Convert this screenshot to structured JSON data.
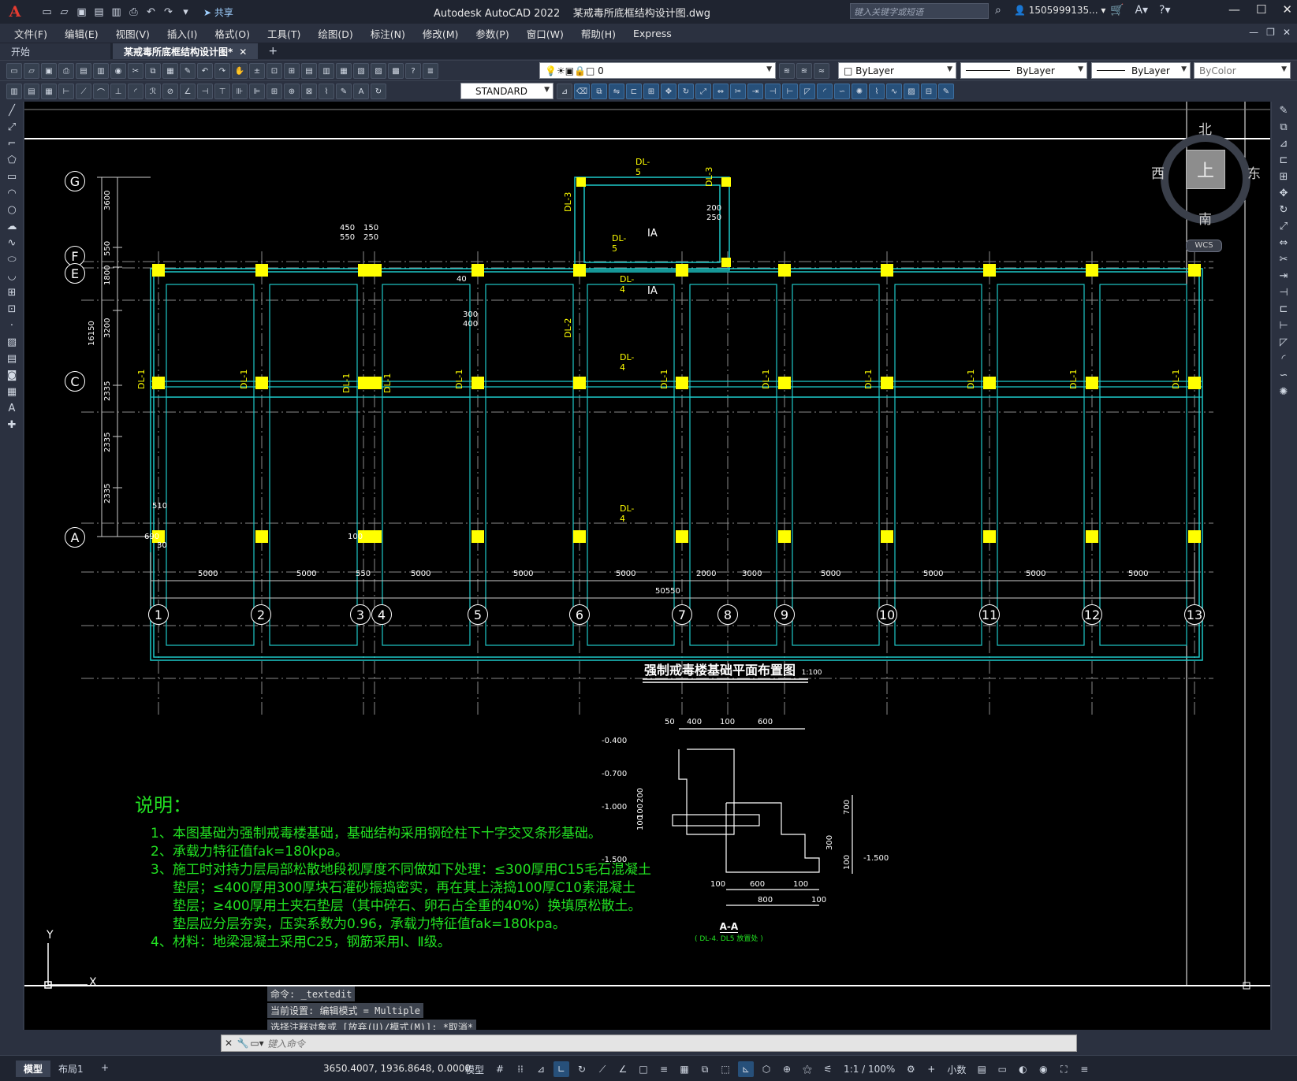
{
  "app": {
    "title": "Autodesk AutoCAD 2022",
    "file": "某戒毒所底框结构设计图.dwg",
    "logo": "A"
  },
  "search": {
    "placeholder": "键入关键字或短语"
  },
  "user": {
    "name": "1505999135..."
  },
  "share_label": "共享",
  "menus": [
    "文件(F)",
    "编辑(E)",
    "视图(V)",
    "插入(I)",
    "格式(O)",
    "工具(T)",
    "绘图(D)",
    "标注(N)",
    "修改(M)",
    "参数(P)",
    "窗口(W)",
    "帮助(H)",
    "Express"
  ],
  "tabs": [
    {
      "label": "开始"
    },
    {
      "label": "某戒毒所底框结构设计图*",
      "active": true
    }
  ],
  "layer": {
    "current": "0"
  },
  "props": {
    "color": "ByLayer",
    "linetype": "ByLayer",
    "lineweight": "ByLayer",
    "plotstyle": "ByColor"
  },
  "textstyle": "STANDARD",
  "compass": {
    "north": "北",
    "south": "南",
    "east": "东",
    "west": "西",
    "top": "上",
    "wcs": "WCS"
  },
  "drawing": {
    "title": "强制戒毒楼基础平面布置图",
    "scale": "1:100",
    "row_labels": [
      "G",
      "F",
      "E",
      "C",
      "A"
    ],
    "col_labels": [
      "1",
      "2",
      "3",
      "4",
      "5",
      "6",
      "7",
      "8",
      "9",
      "10",
      "11",
      "12",
      "13"
    ],
    "bottom_dims": [
      "5000",
      "5000",
      "550",
      "5000",
      "5000",
      "5000",
      "2000",
      "3000",
      "5000",
      "5000",
      "5000",
      "5000"
    ],
    "total_dim": "50550",
    "left_dims": [
      "3600",
      "550",
      "1800",
      "3200",
      "2335",
      "2335",
      "2335"
    ],
    "left_total": "16150",
    "beam_labels": {
      "dl1": "DL-1",
      "dl2": "DL-2",
      "dl3": "DL-3",
      "dl4": "DL-4",
      "dl5": "DL-5"
    },
    "section_mark": "A",
    "misc_dims": [
      "450",
      "150",
      "550",
      "250",
      "40",
      "300",
      "400",
      "200",
      "250",
      "690",
      "30",
      "100",
      "510"
    ],
    "section": {
      "title": "A-A",
      "subtitle": "( DL-4. DL5 放置处 )",
      "elev": [
        "-0.400",
        "-0.700",
        "-1.000",
        "-1.500",
        "-1.500"
      ],
      "dims_top": [
        "50",
        "400",
        "100",
        "600"
      ],
      "dims_bottom": [
        "100",
        "600",
        "100",
        "800",
        "100"
      ],
      "dims_side": [
        "700",
        "300",
        "100",
        "200",
        "100",
        "100"
      ]
    }
  },
  "notes": {
    "title": "说明：",
    "lines": [
      "1、本图基础为强制戒毒楼基础，基础结构采用钢砼柱下十字交叉条形基础。",
      "2、承载力特征值fak=180kpa。",
      "3、施工时对持力层局部松散地段视厚度不同做如下处理：≤300厚用C15毛石混凝土",
      "垫层；≤400厚用300厚块石灌砂振捣密实，再在其上浇捣100厚C10素混凝土",
      "垫层；≥400厚用土夹石垫层（其中碎石、卵石占全重的40%）换填原松散土。",
      "垫层应分层夯实，压实系数为0.96，承载力特征值fak=180kpa。",
      "4、材料：地梁混凝土采用C25，钢筋采用Ⅰ、Ⅱ级。"
    ]
  },
  "ucs": {
    "x": "X",
    "y": "Y"
  },
  "command": {
    "history": [
      "命令: _textedit",
      "当前设置: 编辑模式 = Multiple",
      "选择注释对象或 [放弃(U)/模式(M)]: *取消*"
    ],
    "placeholder": "键入命令"
  },
  "status": {
    "layouts": [
      "模型",
      "布局1"
    ],
    "coords": "3650.4007, 1936.8648, 0.0000",
    "model": "模型",
    "scale": "1:1 / 100%",
    "units": "小数"
  },
  "colors": {
    "cyan": "#1ec9c9",
    "yellow": "#ffff00",
    "green": "#22e022",
    "canvas": "#000000"
  }
}
